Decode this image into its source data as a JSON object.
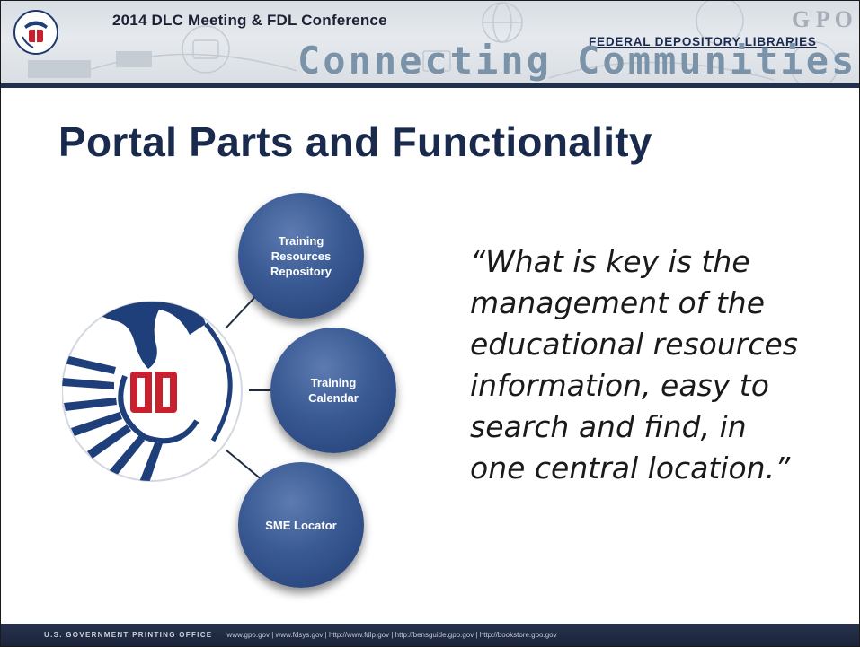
{
  "header": {
    "conference_title": "2014 DLC Meeting & FDL Conference",
    "program_label": "FEDERAL DEPOSITORY LIBRARIES",
    "theme": "Connecting Communities",
    "corner_mark": "G P O",
    "seal_icon": "fdlp-eagle-seal-icon"
  },
  "slide": {
    "title": "Portal Parts and Functionality"
  },
  "diagram": {
    "logo_icon": "fdlp-eagle-book-logo-icon",
    "nodes": [
      {
        "label": "Training\nResources\nRepository"
      },
      {
        "label": "Training\nCalendar"
      },
      {
        "label": "SME Locator"
      }
    ]
  },
  "quote": {
    "lines": [
      "“What is key is the",
      "management of the",
      "educational resources",
      "information, easy to",
      "search and find, in",
      "one central location.”"
    ]
  },
  "footer": {
    "org": "U.S. GOVERNMENT PRINTING OFFICE",
    "links": "www.gpo.gov  |  www.fdsys.gov  |  http://www.fdlp.gov  |  http://bensguide.gpo.gov  |  http://bookstore.gpo.gov"
  },
  "colors": {
    "title": "#1a2a4c",
    "circle": "#3a5a94",
    "footer": "#1f2a44",
    "logo_red": "#c8202f",
    "logo_blue": "#1f3f7a"
  }
}
